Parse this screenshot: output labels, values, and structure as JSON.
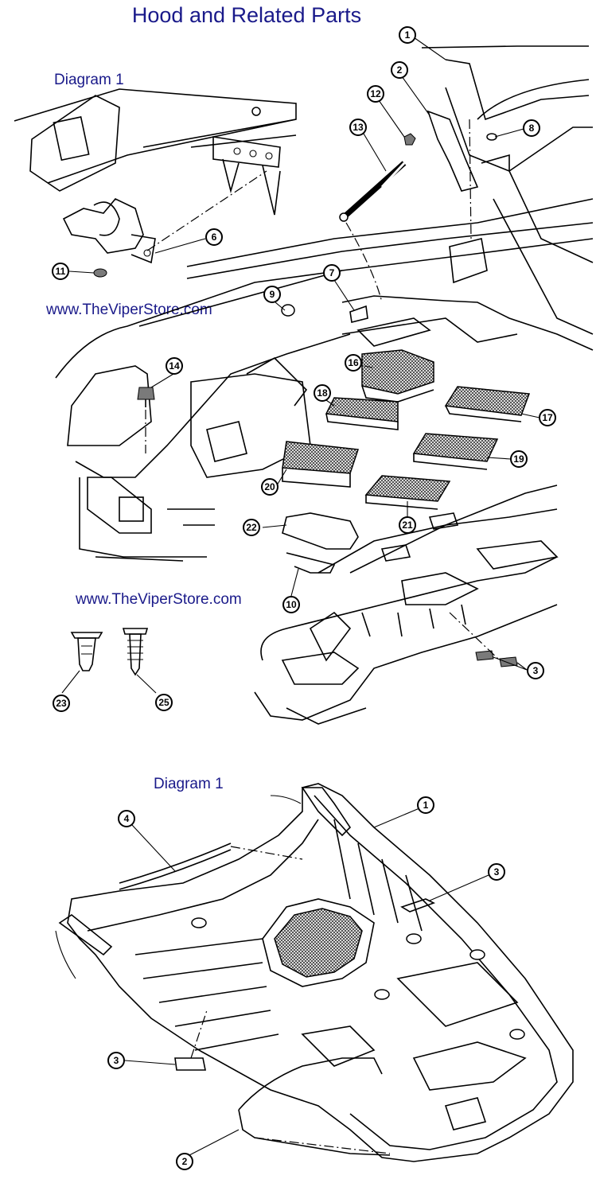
{
  "title": "Hood and Related Parts",
  "diagram_labels": [
    "Diagram 1",
    "Diagram 1"
  ],
  "website": [
    "www.TheViperStore.com",
    "www.TheViperStore.com"
  ],
  "callouts_top": [
    "1",
    "2",
    "12",
    "13",
    "8",
    "6",
    "11",
    "7",
    "9",
    "14",
    "16",
    "18",
    "17",
    "19",
    "20",
    "21",
    "22",
    "10",
    "3",
    "23",
    "25"
  ],
  "callouts_bottom": [
    "1",
    "4",
    "3",
    "3",
    "2"
  ]
}
